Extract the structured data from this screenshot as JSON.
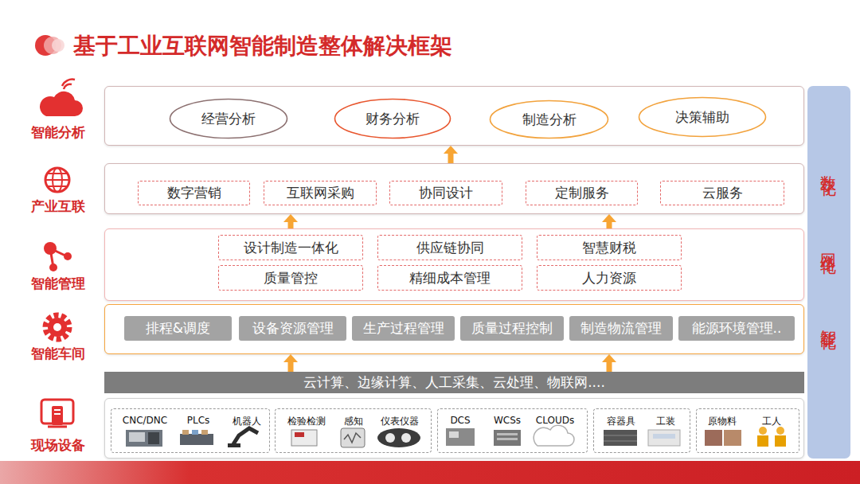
{
  "diagram": {
    "title": "基于工业互联网智能制造整体解决框架",
    "nodes": [
      {
        "text": [
          "智能分析"
        ]
      },
      {
        "text": [
          "经营分析"
        ],
        "in": 0
      },
      {
        "text": [
          "财务分析"
        ],
        "in": 0
      },
      {
        "text": [
          "制造分析"
        ],
        "in": 0
      },
      {
        "text": [
          "决策辅助"
        ],
        "in": 0
      },
      {
        "text": [
          "产业互联"
        ]
      },
      {
        "text": [
          "数字营销"
        ],
        "in": 5
      },
      {
        "text": [
          "互联网采购"
        ],
        "in": 5
      },
      {
        "text": [
          "协同设计"
        ],
        "in": 5
      },
      {
        "text": [
          "定制服务"
        ],
        "in": 5
      },
      {
        "text": [
          "云服务"
        ],
        "in": 5
      },
      {
        "text": [
          "智能管理"
        ]
      },
      {
        "text": [
          "设计制造一体化"
        ],
        "in": 11
      },
      {
        "text": [
          "供应链协同"
        ],
        "in": 11
      },
      {
        "text": [
          "智慧财税"
        ],
        "in": 11
      },
      {
        "text": [
          "质量管控"
        ],
        "in": 11
      },
      {
        "text": [
          "精细成本管理"
        ],
        "in": 11
      },
      {
        "text": [
          "人力资源"
        ],
        "in": 11
      },
      {
        "text": [
          "智能车间"
        ]
      },
      {
        "text": [
          "排程&调度"
        ],
        "in": 18
      },
      {
        "text": [
          "设备资源管理"
        ],
        "in": 18
      },
      {
        "text": [
          "生产过程管理"
        ],
        "in": 18
      },
      {
        "text": [
          "质量过程控制"
        ],
        "in": 18
      },
      {
        "text": [
          "制造物流管理"
        ],
        "in": 18
      },
      {
        "text": [
          "能源环境管理.."
        ],
        "in": 18
      },
      {
        "text": [
          "云计算、边缘计算、人工采集、云处理、物联网...."
        ]
      },
      {
        "text": [
          "现场设备"
        ]
      },
      {
        "text": [
          "CNC/DNC",
          "PLCs",
          "机器人"
        ],
        "in": 26
      },
      {
        "text": [
          "检验检测",
          "感知",
          "仪表仪器"
        ],
        "in": 26
      },
      {
        "text": [
          "DCS",
          "WCSs",
          "CLOUDs"
        ],
        "in": 26
      },
      {
        "text": [
          "容器具",
          "工装"
        ],
        "in": 26
      },
      {
        "text": [
          "原物料",
          "工人"
        ],
        "in": 26
      },
      {
        "text": [
          "数字化",
          "网络化",
          "智能化"
        ]
      }
    ],
    "edges": [
      {
        "from": 5,
        "to": 0,
        "arrow": "to"
      },
      {
        "from": 11,
        "to": 5,
        "arrow": "to"
      },
      {
        "from": 11,
        "to": 5,
        "arrow": "to"
      },
      {
        "from": 25,
        "to": 18,
        "arrow": "to"
      },
      {
        "from": 25,
        "to": 18,
        "arrow": "to"
      }
    ]
  }
}
